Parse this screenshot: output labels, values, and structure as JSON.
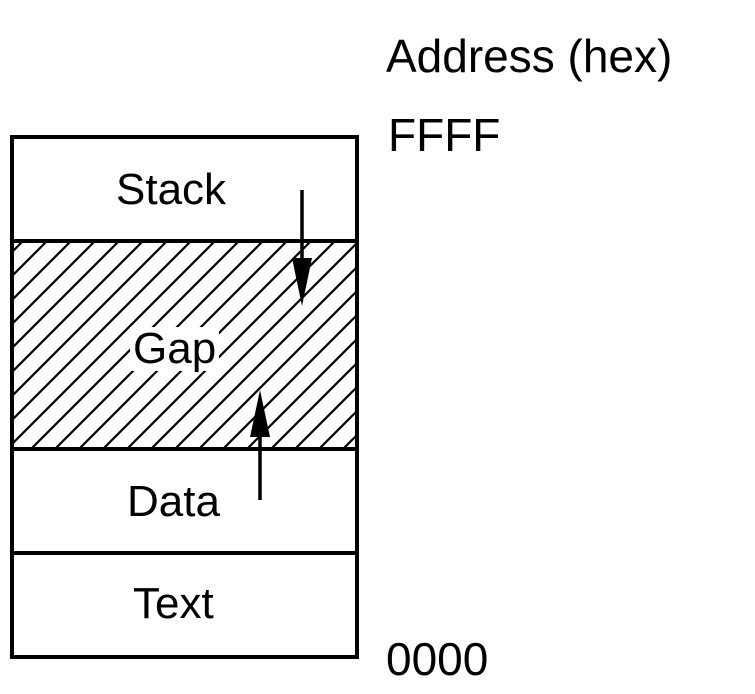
{
  "header": {
    "address_title": "Address (hex)"
  },
  "addresses": {
    "top": "FFFF",
    "bottom": "0000"
  },
  "segments": {
    "stack": "Stack",
    "gap": "Gap",
    "data": "Data",
    "text": "Text"
  },
  "colors": {
    "line": "#000000",
    "background": "#ffffff"
  }
}
